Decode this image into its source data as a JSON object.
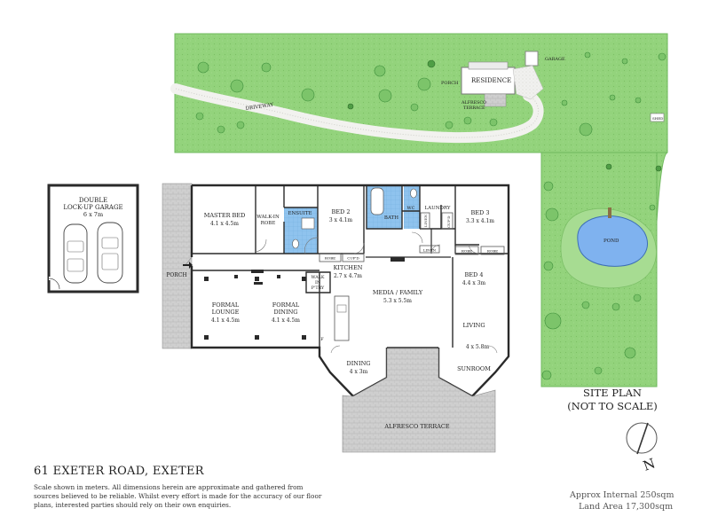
{
  "site_plan": {
    "labels": {
      "residence": "RESIDENCE",
      "garage": "GARAGE",
      "porch": "PORCH",
      "driveway": "DRIVEWAY",
      "alfresco_1": "ALFRESCO",
      "alfresco_2": "TERRACE",
      "shed": "SHED",
      "pond": "POND"
    },
    "title_line1": "SITE PLAN",
    "title_line2": "(NOT TO SCALE)"
  },
  "garage_plan": {
    "title_line1": "DOUBLE",
    "title_line2": "LOCK-UP GARAGE",
    "dims": "6 x 7m"
  },
  "floor_plan": {
    "rooms": {
      "master_bed": {
        "name": "MASTER BED",
        "dims": "4.1 x 4.5m"
      },
      "walk_in_robe_1": "WALK-IN",
      "walk_in_robe_2": "ROBE",
      "ensuite": "ENSUITE",
      "bed2": {
        "name": "BED 2",
        "dims": "3 x 4.1m"
      },
      "bath": "BATH",
      "wc": "WC",
      "laundry": "LAUNDRY",
      "linen": "LINEN",
      "cupd": "CUP'D",
      "bed3": {
        "name": "BED 3",
        "dims": "3.3 x 4.1m"
      },
      "robe": "ROBE",
      "kitchen": {
        "name": "KITCHEN",
        "dims": "2.7 x 4.7m"
      },
      "walk_in_pantry_1": "WALK",
      "walk_in_pantry_2": "IN",
      "walk_in_pantry_3": "P'TRY",
      "fridge": "F",
      "bed4": {
        "name": "BED 4",
        "dims": "4.4 x 3m"
      },
      "media_family": {
        "name": "MEDIA / FAMILY",
        "dims": "5.3 x 5.5m"
      },
      "porch": "PORCH",
      "formal_lounge": {
        "name": "FORMAL",
        "name2": "LOUNGE",
        "dims": "4.1 x 4.5m"
      },
      "formal_dining": {
        "name": "FORMAL",
        "name2": "DINING",
        "dims": "4.1 x 4.5m"
      },
      "living": "LIVING",
      "sunroom": {
        "dims": "4 x 5.8m",
        "name": "SUNROOM"
      },
      "dining": {
        "name": "DINING",
        "dims": "4 x 3m"
      },
      "alfresco_terrace": "ALFRESCO TERRACE"
    }
  },
  "compass": {
    "label": "N"
  },
  "address": "61 EXETER ROAD, EXETER",
  "disclaimer": "Scale shown in meters. All dimensions herein are approximate and gathered from sources believed to be  reliable. Whilst every effort is made for the accuracy of our floor plans, interested parties should rely on their own enquiries.",
  "area_internal": "Approx Internal 250sqm",
  "area_land": "Land Area 17,300sqm",
  "colors": {
    "lawn": "#8fd07a",
    "lawn_edge": "#6fb85e",
    "water": "#7fb2ef",
    "paving": "#c8c8c8",
    "wet_area": "#8fc3ee"
  }
}
